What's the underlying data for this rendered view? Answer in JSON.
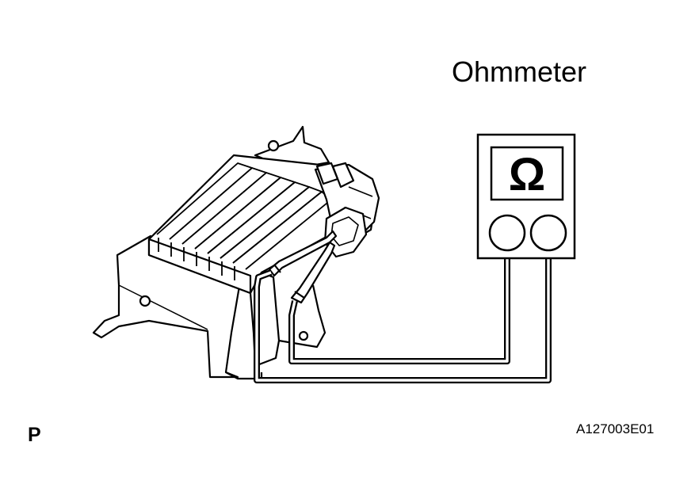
{
  "diagram": {
    "title": "Ohmmeter",
    "meter_symbol": "Ω",
    "page_letter": "P",
    "figure_code": "A127003E01",
    "icons": {
      "ecu": "finned-control-module",
      "meter": "ohmmeter-device",
      "probe": "test-probe"
    },
    "colors": {
      "line": "#000000",
      "background": "#ffffff"
    }
  }
}
